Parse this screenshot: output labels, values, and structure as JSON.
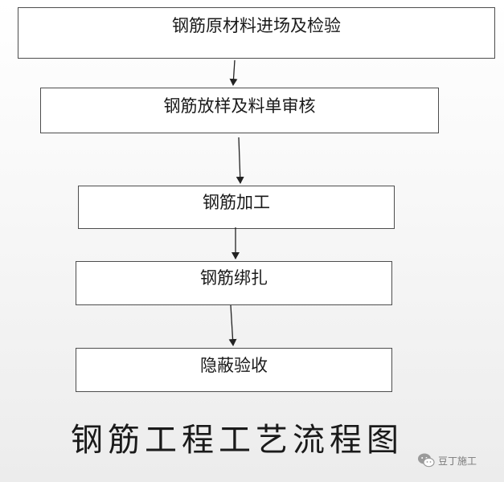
{
  "flowchart": {
    "steps": [
      {
        "label": "钢筋原材料进场及检验"
      },
      {
        "label": "钢筋放样及料单审核"
      },
      {
        "label": "钢筋加工"
      },
      {
        "label": "钢筋绑扎"
      },
      {
        "label": "隐蔽验收"
      }
    ],
    "title": "钢筋工程工艺流程图"
  },
  "watermark": {
    "label": "豆丁施工",
    "icon": "wechat-icon"
  },
  "colors": {
    "box_border": "#4d4d4d",
    "arrow": "#222222",
    "text": "#1a1a1a",
    "watermark": "#7a7a7a"
  }
}
